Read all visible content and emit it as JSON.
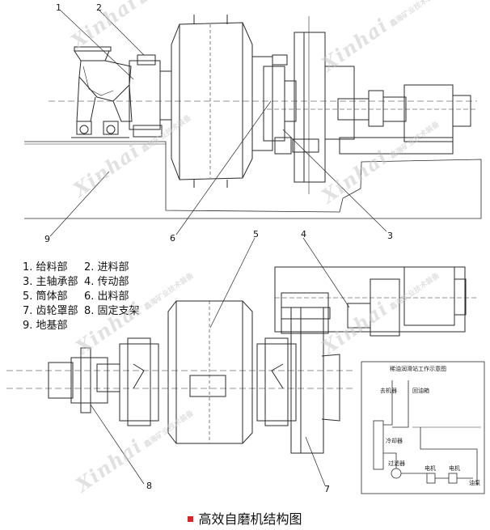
{
  "callouts": {
    "c1": "1",
    "c2": "2",
    "c3": "3",
    "c4": "4",
    "c5": "5",
    "c6": "6",
    "c7": "7",
    "c8": "8",
    "c9": "9"
  },
  "legend": [
    [
      "1. 给料部",
      "2. 进料部"
    ],
    [
      "3. 主轴承部",
      "4. 传动部"
    ],
    [
      "5. 筒体部",
      "6. 出料部"
    ],
    [
      "7. 齿轮罩部",
      "8. 固定支架"
    ],
    [
      "9. 地基部",
      ""
    ]
  ],
  "inset": {
    "title": "稀油润滑站工作示意图",
    "labels": {
      "to_machine": "去机器",
      "return": "回油箱",
      "cooler": "冷却器",
      "filter": "过滤器",
      "motor1": "电机",
      "motor2": "电机",
      "pump": "油泵"
    }
  },
  "watermark": {
    "brand": "Xinhai",
    "sub": "鑫海矿业技术装备"
  },
  "caption": "高效自磨机结构图",
  "colors": {
    "line": "#2a2a2a",
    "watermark": "#c9c9c9",
    "bullet": "#d8232a"
  }
}
